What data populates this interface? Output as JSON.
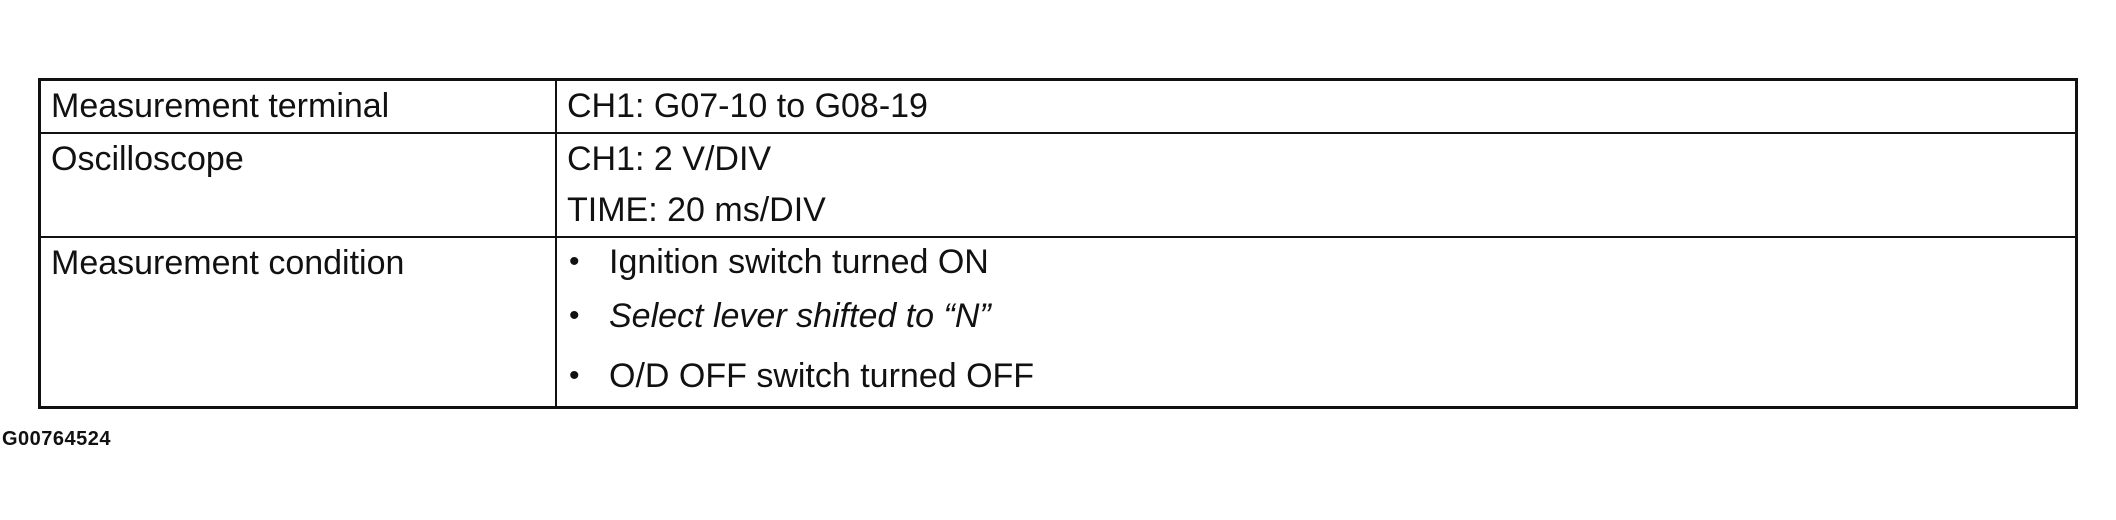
{
  "table": {
    "rows": [
      {
        "label": "Measurement terminal",
        "values": [
          "CH1: G07-10 to G08-19"
        ]
      },
      {
        "label": "Oscilloscope",
        "values": [
          "CH1: 2 V/DIV",
          "TIME: 20 ms/DIV"
        ]
      },
      {
        "label": "Measurement condition",
        "bullet_glyph": "•",
        "conditions": [
          "Ignition switch turned ON",
          "Select lever shifted to “N”",
          "O/D OFF switch turned OFF"
        ]
      }
    ]
  },
  "figure_id": "G00764524"
}
